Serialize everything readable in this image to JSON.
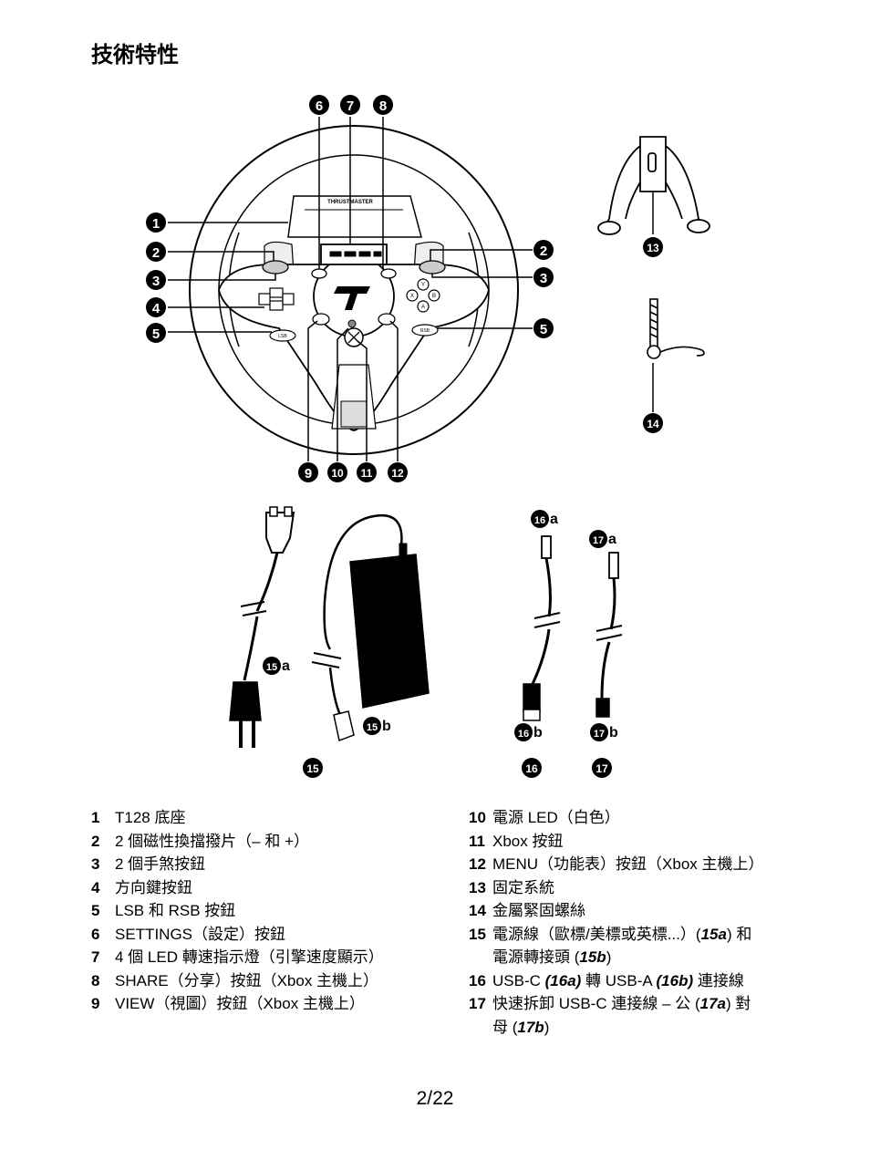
{
  "page": {
    "title": "技術特性",
    "page_number": "2/22"
  },
  "figure": {
    "brand_text": "THRUSTMASTER",
    "callouts": [
      "1",
      "2",
      "3",
      "4",
      "5",
      "6",
      "7",
      "8",
      "9",
      "10",
      "11",
      "12",
      "13",
      "14",
      "15",
      "16",
      "17"
    ],
    "sub_labels": {
      "l15a": "15a",
      "l15b": "15b",
      "l16a": "16a",
      "l16b": "16b",
      "l17a": "17a",
      "l17b": "17b"
    },
    "button_marks": {
      "Y": "Y",
      "X": "X",
      "B": "B",
      "A": "A",
      "lsb": "LSB",
      "rsb": "RSB"
    }
  },
  "legend_left": [
    {
      "num": "1",
      "text": "T128 底座"
    },
    {
      "num": "2",
      "text": "2 個磁性換擋撥片（– 和 +）"
    },
    {
      "num": "3",
      "text": "2 個手煞按鈕"
    },
    {
      "num": "4",
      "text": "方向鍵按鈕"
    },
    {
      "num": "5",
      "text": "LSB 和 RSB 按鈕"
    },
    {
      "num": "6",
      "text": "SETTINGS（設定）按鈕"
    },
    {
      "num": "7",
      "text": "4 個 LED 轉速指示燈（引擎速度顯示）"
    },
    {
      "num": "8",
      "text": "SHARE（分享）按鈕（Xbox 主機上）"
    },
    {
      "num": "9",
      "text": "VIEW（視圖）按鈕（Xbox 主機上）"
    }
  ],
  "legend_right": [
    {
      "num": "10",
      "text": "電源 LED（白色）"
    },
    {
      "num": "11",
      "text": "Xbox 按鈕"
    },
    {
      "num": "12",
      "text": "MENU（功能表）按鈕（Xbox 主機上）"
    },
    {
      "num": "13",
      "text": "固定系統"
    },
    {
      "num": "14",
      "text": "金屬緊固螺絲"
    },
    {
      "num": "15",
      "parts": [
        "電源線（歐標/美標或英標...）(",
        "15a",
        ") 和電源轉接頭 (",
        "15b",
        ")"
      ]
    },
    {
      "num": "16",
      "parts": [
        "USB-C ",
        "(16a)",
        " 轉 USB-A ",
        "(16b)",
        " 連接線"
      ]
    },
    {
      "num": "17",
      "parts": [
        "快速拆卸 USB-C 連接線 – 公 (",
        "17a",
        ") 對母 (",
        "17b",
        ")"
      ]
    }
  ]
}
